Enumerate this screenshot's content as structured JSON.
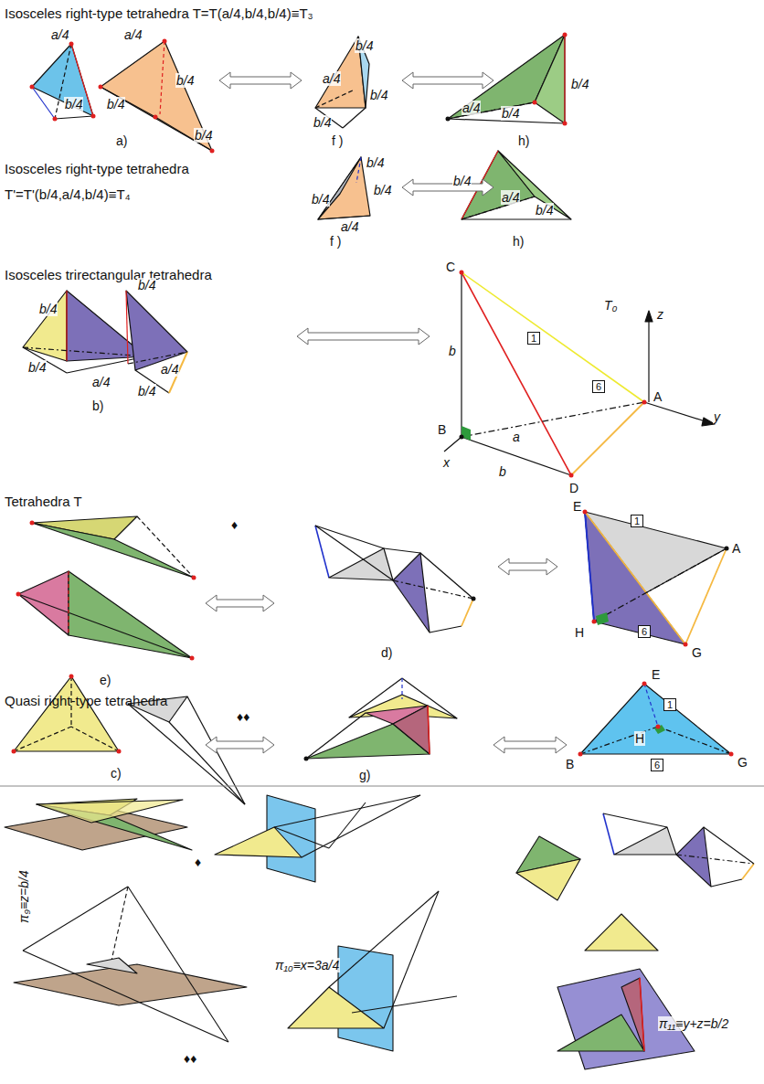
{
  "diagram": {
    "nodes": [
      {
        "text": [
          "1"
        ]
      },
      {
        "text": [
          "6"
        ]
      },
      {
        "text": [
          "1"
        ]
      },
      {
        "text": [
          "6"
        ]
      },
      {
        "text": [
          "1"
        ]
      },
      {
        "text": [
          "6"
        ]
      }
    ],
    "labels": [
      "Isosceles right-type tetrahedra T=T(a/4,b/4,b/4)≡T₃",
      "a/4",
      "b/4",
      "a/4",
      "b/4",
      "b/4",
      "b/4",
      "a)",
      "b/4",
      "a/4",
      "b/4",
      "b/4",
      "f )",
      "a/4",
      "b/4",
      "b/4",
      "h)",
      "Isosceles right-type tetrahedra",
      "T'=T'(b/4,a/4,b/4)≡T₄",
      "b/4",
      "b/4",
      "b/4",
      "a/4",
      "f )",
      "b/4",
      "a/4",
      "b/4",
      "h)",
      "Isosceles trirectangular tetrahedra",
      "b/4",
      "b/4",
      "a/4",
      "b/4",
      "a/4",
      "b/4",
      "b)",
      "C",
      "T₀",
      "z",
      "b",
      "A",
      "y",
      "B",
      "a",
      "x",
      "b",
      "D",
      "Tetrahedra T",
      "♦",
      "e)",
      "d)",
      "E",
      "A",
      "H",
      "G",
      "Quasi right-type  tetrahedra",
      "♦♦",
      "c)",
      "g)",
      "E",
      "H",
      "B",
      "G",
      "♦",
      "π₉≡z=b/4",
      "π₁₀≡x=3a/4",
      "♦♦",
      "π₁₁≡y+z=b/2"
    ]
  }
}
